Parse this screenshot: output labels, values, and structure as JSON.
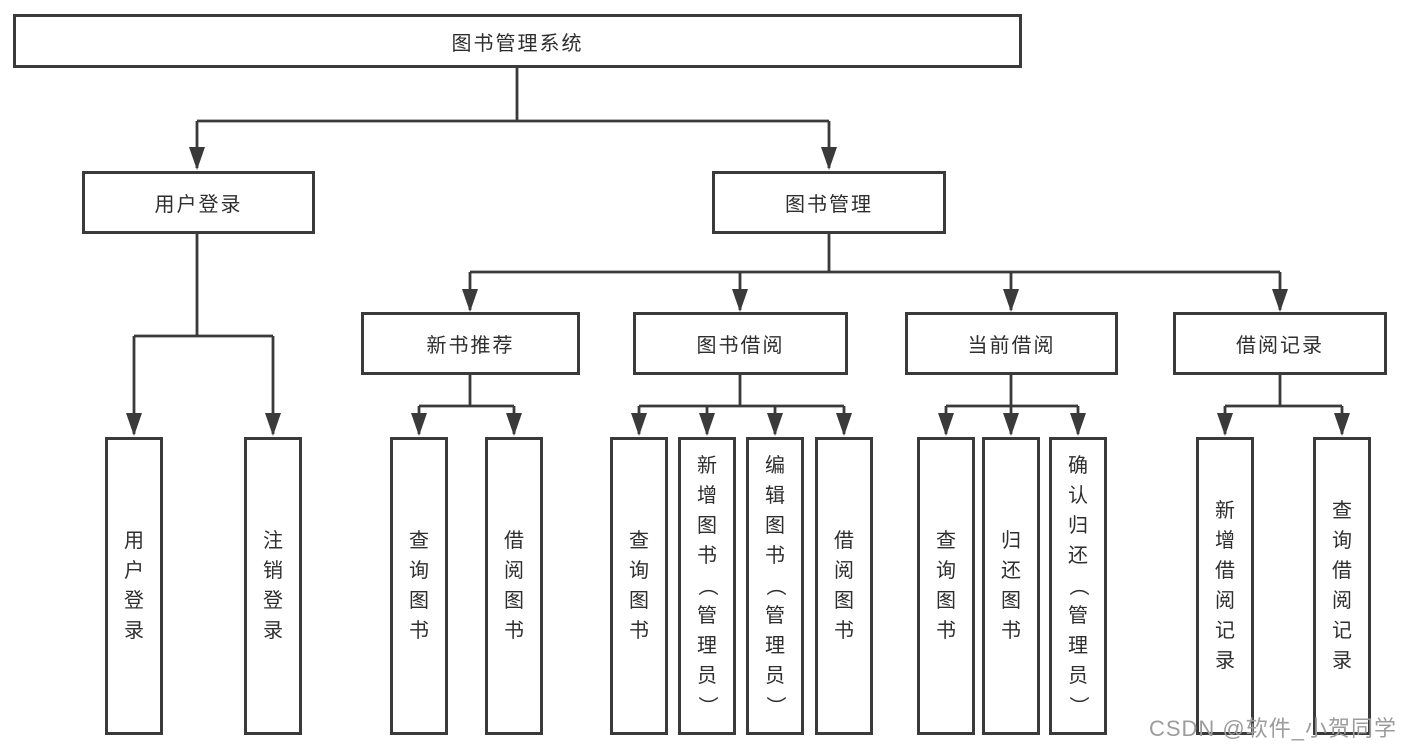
{
  "diagram": {
    "root": {
      "label": "图书管理系统"
    },
    "groups": [
      {
        "label": "用户登录",
        "children": [
          {
            "label": "用户登录"
          },
          {
            "label": "注销登录"
          }
        ]
      },
      {
        "label": "图书管理",
        "sections": [
          {
            "label": "新书推荐",
            "children": [
              {
                "label": "查询图书"
              },
              {
                "label": "借阅图书"
              }
            ]
          },
          {
            "label": "图书借阅",
            "children": [
              {
                "label": "查询图书"
              },
              {
                "label": "新增图书（管理员）"
              },
              {
                "label": "编辑图书（管理员）"
              },
              {
                "label": "借阅图书"
              }
            ]
          },
          {
            "label": "当前借阅",
            "children": [
              {
                "label": "查询图书"
              },
              {
                "label": "归还图书"
              },
              {
                "label": "确认归还（管理员）"
              }
            ]
          },
          {
            "label": "借阅记录",
            "children": [
              {
                "label": "新增借阅记录"
              },
              {
                "label": "查询借阅记录"
              }
            ]
          }
        ]
      }
    ]
  },
  "watermark": {
    "text": "CSDN @软件_小贺同学"
  },
  "colors": {
    "line": "#3a3a3a",
    "text": "#2e2e2e",
    "background": "#ffffff",
    "watermark": "#9c9c9c"
  }
}
